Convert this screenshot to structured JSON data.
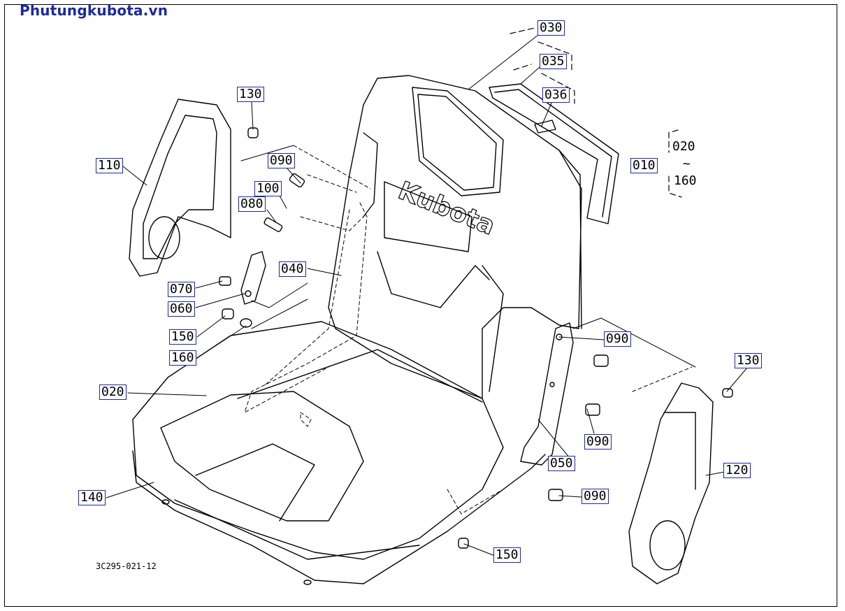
{
  "site_title": "Phutungkubota.vn",
  "ref_code": "3C295-021-12",
  "brand_mark": "Kubota",
  "range_label": {
    "from": "020",
    "sep": "~",
    "to": "160"
  },
  "labels": [
    {
      "id": "030",
      "text": "030"
    },
    {
      "id": "035",
      "text": "035"
    },
    {
      "id": "036",
      "text": "036"
    },
    {
      "id": "130a",
      "text": "130"
    },
    {
      "id": "110",
      "text": "110"
    },
    {
      "id": "090a",
      "text": "090"
    },
    {
      "id": "100",
      "text": "100"
    },
    {
      "id": "080",
      "text": "080"
    },
    {
      "id": "040",
      "text": "040"
    },
    {
      "id": "070",
      "text": "070"
    },
    {
      "id": "060",
      "text": "060"
    },
    {
      "id": "150a",
      "text": "150"
    },
    {
      "id": "160",
      "text": "160"
    },
    {
      "id": "020",
      "text": "020"
    },
    {
      "id": "140",
      "text": "140"
    },
    {
      "id": "010",
      "text": "010"
    },
    {
      "id": "090b",
      "text": "090"
    },
    {
      "id": "130b",
      "text": "130"
    },
    {
      "id": "090c",
      "text": "090"
    },
    {
      "id": "050",
      "text": "050"
    },
    {
      "id": "120",
      "text": "120"
    },
    {
      "id": "090d",
      "text": "090"
    },
    {
      "id": "150b",
      "text": "150"
    }
  ],
  "colors": {
    "label_border": "#1a2aa0",
    "title": "#1a2aa0",
    "line": "#000000"
  }
}
